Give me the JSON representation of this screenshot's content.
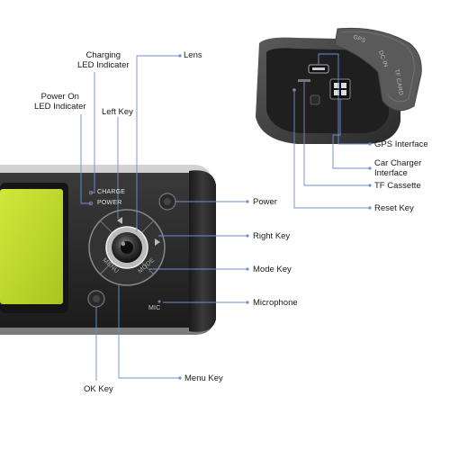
{
  "labels": {
    "charging_led": [
      "Charging",
      "LED Indicater"
    ],
    "power_on_led": [
      "Power On",
      "LED Indicater"
    ],
    "left_key": "Left Key",
    "lens": "Lens",
    "power": "Power",
    "right_key": "Right Key",
    "mode_key": "Mode Key",
    "microphone": "Microphone",
    "menu_key": "Menu Key",
    "ok_key": "OK Key",
    "gps_interface": "GPS Interface",
    "car_charger_interface": [
      "Car Charger",
      "Interface"
    ],
    "tf_cassette": "TF Cassette",
    "reset_key": "Reset Key"
  },
  "device_print": {
    "charge": "CHARGE",
    "power": "POWER",
    "mic": "MIC",
    "menu": "MENU",
    "mode": "MODE"
  },
  "cover_print": {
    "gps": "GPS",
    "dcin": "DC-IN",
    "tfcard": "TF CARD"
  },
  "colors": {
    "leader_line": "#6c8fd6",
    "body_dark": "#2b2b2b",
    "body_silver": "#9a9a9a"
  }
}
